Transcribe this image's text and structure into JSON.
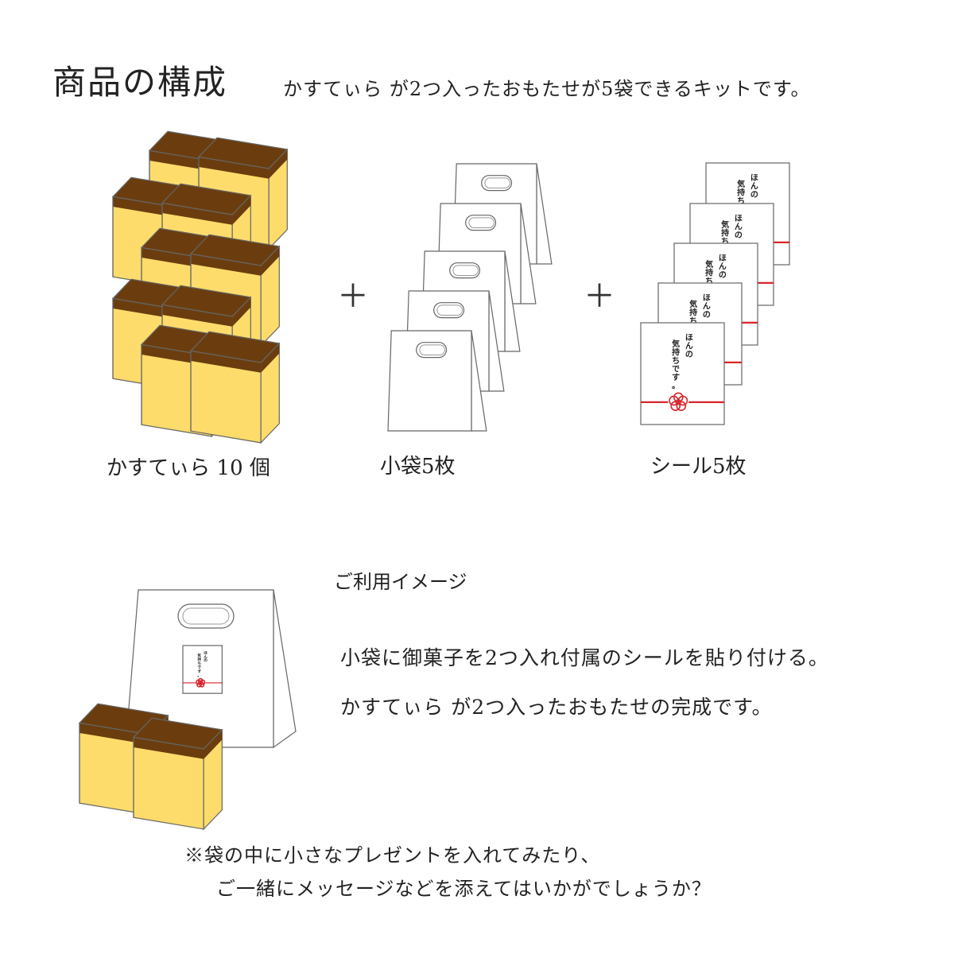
{
  "header": {
    "title": "商品の構成",
    "subtitle": "かすてぃら が2つ入ったおもたせが5袋できるキットです。"
  },
  "components": [
    {
      "label": "かすてぃら 10 個",
      "icon": "castella-stack-icon",
      "count": 10
    },
    {
      "label": "小袋5枚",
      "icon": "paper-bag-stack-icon",
      "count": 5
    },
    {
      "label": "シール5枚",
      "icon": "sticker-stack-icon",
      "count": 5
    }
  ],
  "plus_sign": "＋",
  "sticker": {
    "line1": "ほんの",
    "line2": "気持ちです。"
  },
  "usage": {
    "heading": "ご利用イメージ",
    "line1": "小袋に御菓子を2つ入れ付属のシールを貼り付ける。",
    "line2": "かすてぃら が2つ入ったおもたせの完成です。"
  },
  "note": {
    "line1": "※袋の中に小さなプレゼントを入れてみたり、",
    "line2": "ご一緒にメッセージなどを添えてはいかがでしょうか？"
  },
  "colors": {
    "cake_body": "#FDDC6B",
    "cake_top": "#6B3D0E",
    "outline": "#666666",
    "ribbon": "#D9262C",
    "bag": "#FFFFFF"
  }
}
